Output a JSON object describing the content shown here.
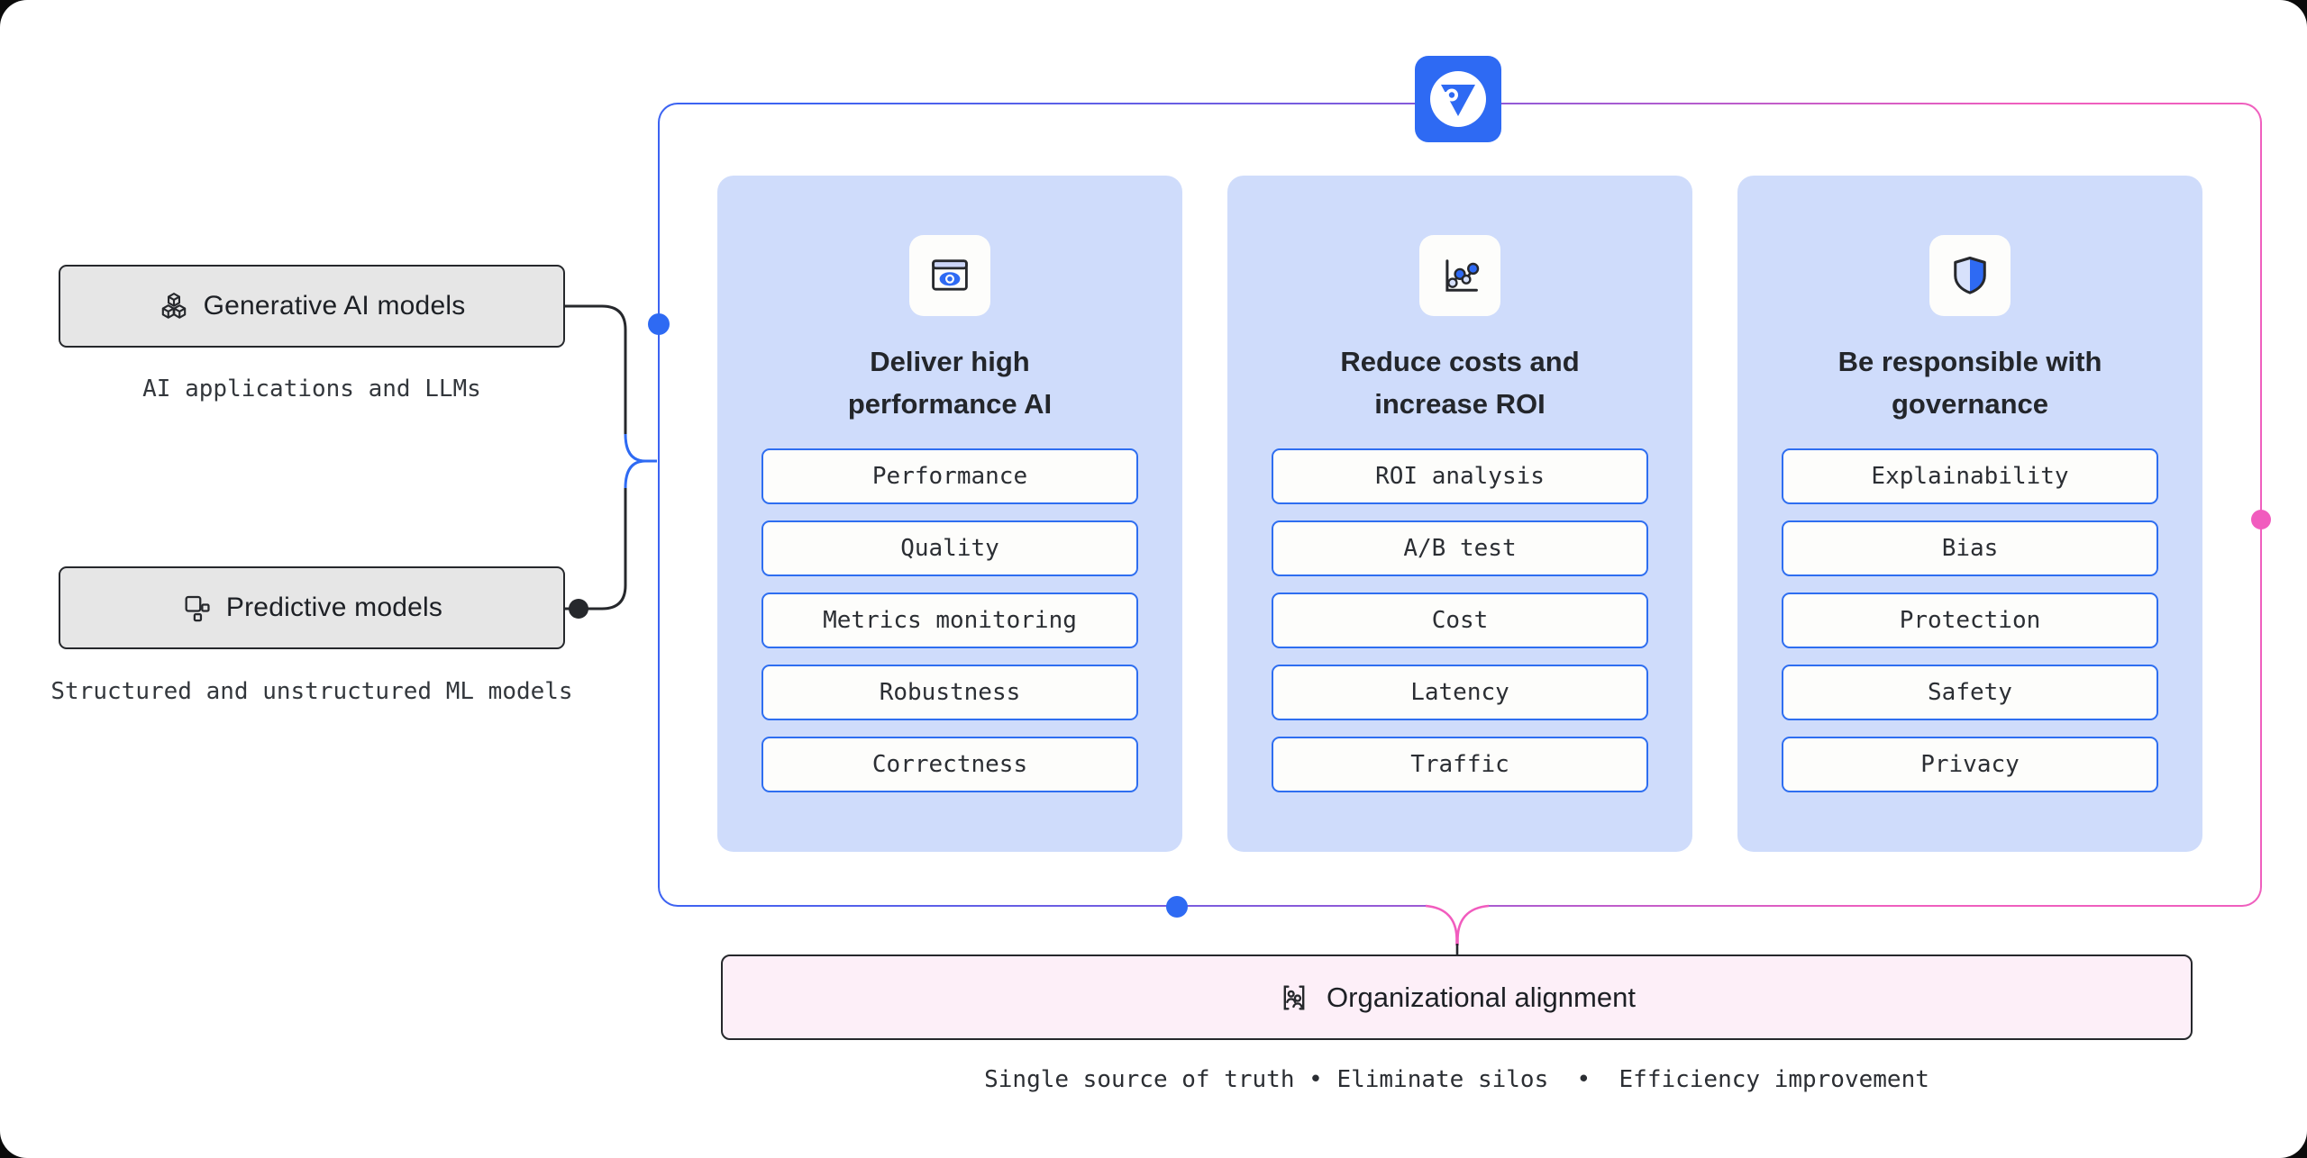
{
  "inputs": {
    "generative": {
      "label": "Generative AI models",
      "caption": "AI applications and LLMs"
    },
    "predictive": {
      "label": "Predictive models",
      "caption": "Structured and unstructured ML models"
    }
  },
  "pillars": [
    {
      "title": "Deliver high performance AI",
      "icon": "window-eye-icon",
      "items": [
        "Performance",
        "Quality",
        "Metrics monitoring",
        "Robustness",
        "Correctness"
      ]
    },
    {
      "title": "Reduce costs and increase ROI",
      "icon": "line-chart-icon",
      "items": [
        "ROI analysis",
        "A/B test",
        "Cost",
        "Latency",
        "Traffic"
      ]
    },
    {
      "title": "Be responsible with governance",
      "icon": "shield-icon",
      "items": [
        "Explainability",
        "Bias",
        "Protection",
        "Safety",
        "Privacy"
      ]
    }
  ],
  "alignment": {
    "label": "Organizational alignment"
  },
  "footer": {
    "caption": "Single source of truth • Eliminate silos  •  Efficiency improvement"
  },
  "colors": {
    "accent_blue": "#2e6af3",
    "accent_pink": "#f15cbe",
    "card_bg": "#cfdcfb",
    "pill_border": "#2e6ef0",
    "source_box_bg": "#e6e6e6",
    "alignment_bg": "#fdeff8",
    "ink": "#26282c"
  }
}
